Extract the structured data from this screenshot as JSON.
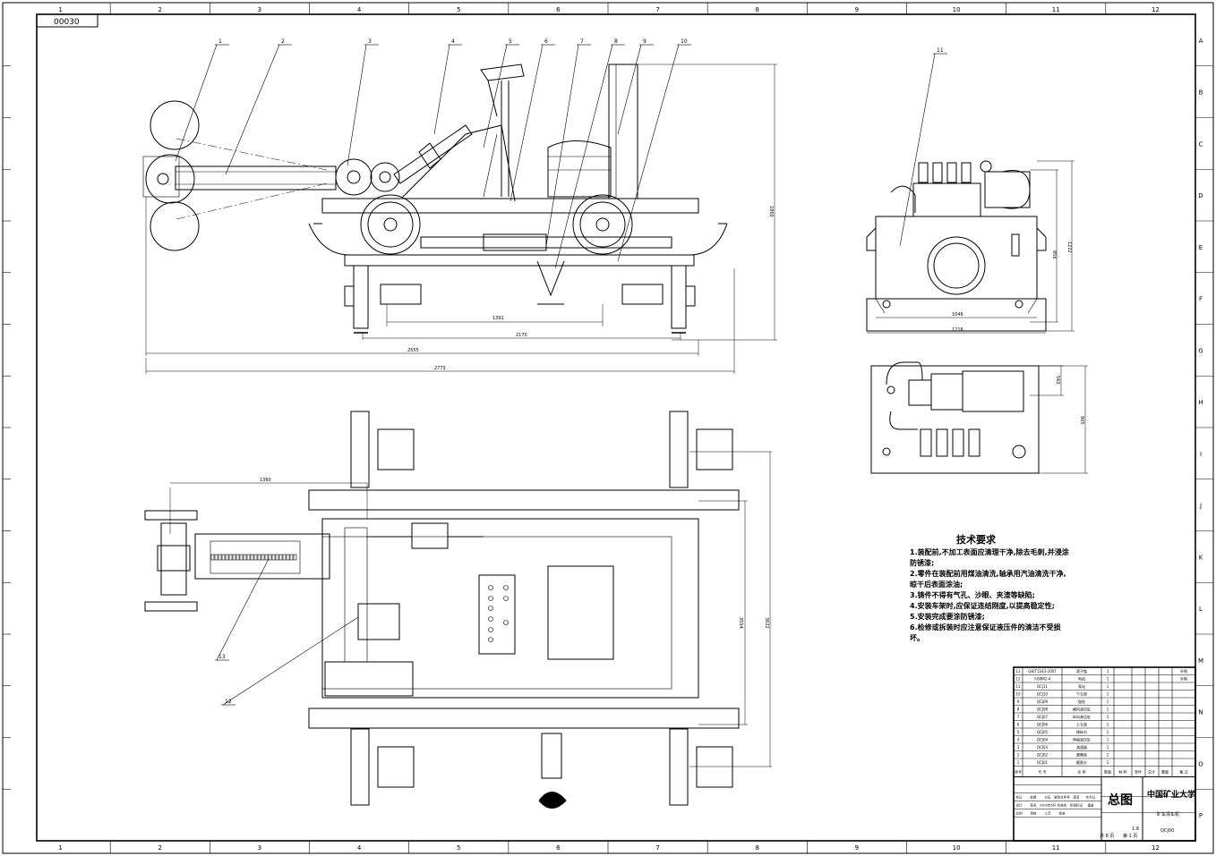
{
  "sheet_id": "00030",
  "grid": {
    "columns": [
      "1",
      "2",
      "3",
      "4",
      "5",
      "6",
      "7",
      "8",
      "9",
      "10",
      "11",
      "12"
    ],
    "rows": [
      "A",
      "B",
      "C",
      "D",
      "E",
      "F",
      "G",
      "H",
      "I",
      "J",
      "K",
      "L",
      "M",
      "N",
      "O",
      "P"
    ]
  },
  "callouts": [
    "1",
    "2",
    "3",
    "4",
    "5",
    "6",
    "7",
    "8",
    "9",
    "10",
    "11",
    "12",
    "13"
  ],
  "dimensions": {
    "side_view": [
      "1391",
      "2170",
      "2555",
      "2773",
      "1860"
    ],
    "plan_view": [
      "1360",
      "3554",
      "3622"
    ],
    "pump_front": [
      "1046",
      "1216",
      "1222",
      "856"
    ],
    "pump_top": [
      "560",
      "905"
    ]
  },
  "tech_requirements": {
    "title": "技术要求",
    "items": [
      "1.装配前,不加工表面应清理干净,除去毛刺,并浸涂防锈漆;",
      "2.零件在装配前用煤油清洗,轴承用汽油清洗干净,晾干后表面涂油;",
      "3.铸件不得有气孔、沙眼、夹渣等缺陷;",
      "4.安装车架时,应保证连结刚度,以提高稳定性;",
      "5.安装完成要涂防锈漆;",
      "6.检修或拆装时应注意保证液压件的清洁不受损坏。"
    ]
  },
  "parts_list": {
    "headers": [
      "序号",
      "代 号",
      "名 称",
      "数量",
      "材 料",
      "单件",
      "总计",
      "重量",
      "备 注"
    ],
    "rows": [
      [
        "13",
        "GB/T1243-2007",
        "滚子链",
        "1",
        "",
        "外购"
      ],
      [
        "12",
        "Y-80M2-4",
        "电机",
        "1",
        "",
        "外购"
      ],
      [
        "11",
        "QCJ11",
        "泵站",
        "1",
        "",
        ""
      ],
      [
        "10",
        "QCJ10",
        "下车架",
        "1",
        "",
        ""
      ],
      [
        "9",
        "QCJ09",
        "链轮",
        "1",
        "",
        ""
      ],
      [
        "8",
        "QCJ08",
        "横向液压缸",
        "1",
        "",
        ""
      ],
      [
        "7",
        "QCJ07",
        "纵向液压缸",
        "1",
        "",
        ""
      ],
      [
        "6",
        "QCJ06",
        "上车架",
        "1",
        "",
        ""
      ],
      [
        "5",
        "QCJ05",
        "操纵台",
        "1",
        "",
        ""
      ],
      [
        "4",
        "QCJ04",
        "伸缩液压缸",
        "1",
        "",
        ""
      ],
      [
        "3",
        "QCJ03",
        "减速器",
        "1",
        "",
        ""
      ],
      [
        "2",
        "QCJ02",
        "悬臂梁",
        "1",
        "",
        ""
      ],
      [
        "1",
        "QCJ01",
        "截割头",
        "1",
        "",
        ""
      ]
    ]
  },
  "title_block": {
    "drawing_name": "总图",
    "organization": "中国矿业大学",
    "product": "矿车清车机",
    "drawing_no": "QCJ00",
    "sheet_total": "共 8 页",
    "sheet_no": "第 1 页",
    "scale": "1:8",
    "labels": [
      "标记",
      "处数",
      "分区",
      "更改文件号",
      "签名",
      "年月日",
      "设计",
      "签名",
      "2009年6月",
      "标准化",
      "阶段标记",
      "重量",
      "比例",
      "审核",
      "工艺",
      "批准"
    ]
  }
}
